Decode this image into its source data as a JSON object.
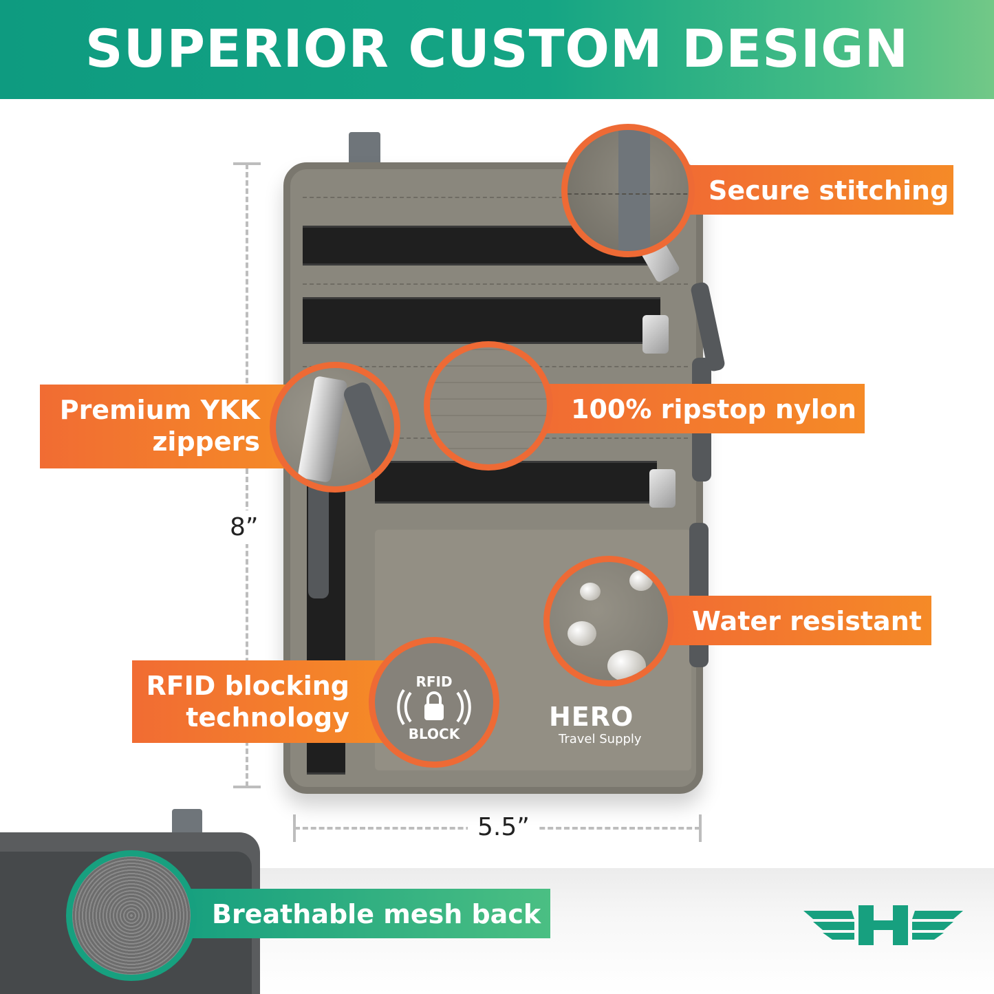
{
  "header": {
    "title": "SUPERIOR CUSTOM DESIGN"
  },
  "dimensions": {
    "height": "8”",
    "width": "5.5”"
  },
  "features": [
    {
      "label": "Secure stitching"
    },
    {
      "label_lines": [
        "Premium YKK",
        "zippers"
      ]
    },
    {
      "label": "100% ripstop nylon"
    },
    {
      "label": "Water resistant"
    },
    {
      "label_lines": [
        "RFID blocking",
        "technology"
      ]
    },
    {
      "label": "Breathable mesh back"
    }
  ],
  "rfid_badge": {
    "top": "RFID",
    "bottom": "BLOCK"
  },
  "brand": {
    "name": "HERO",
    "sub": "Travel Supply"
  },
  "colors": {
    "header_green": "#15a584",
    "callout_orange": "#f16c33",
    "accent_green": "#17a07f",
    "product_gray": "#8a877d"
  },
  "icons": [
    "lock-icon",
    "hero-wings-logo-icon"
  ]
}
